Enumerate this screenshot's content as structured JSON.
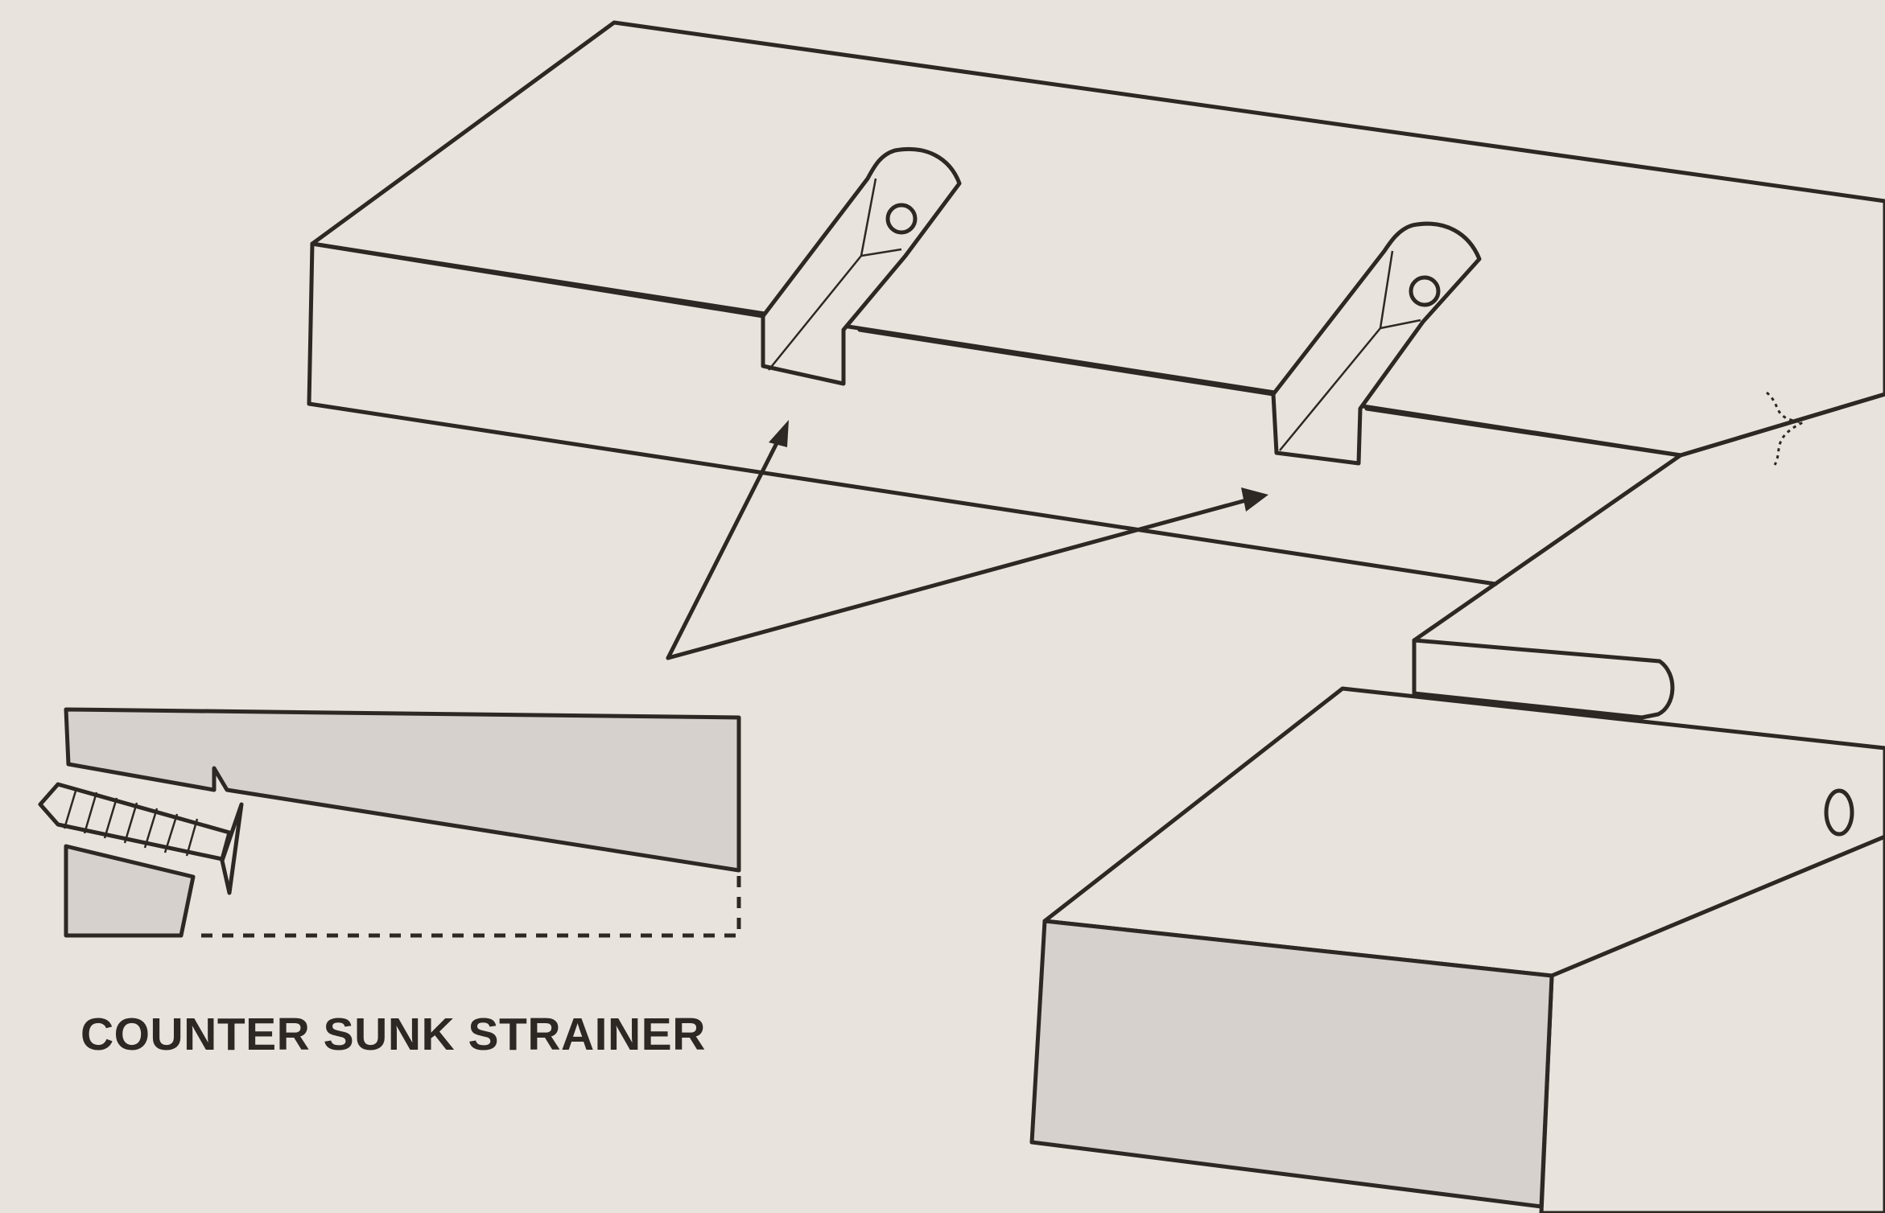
{
  "caption": "COUNTER SUNK STRAINER",
  "colors": {
    "background": "#e8e3dd",
    "line": "#2e2824",
    "shade": "#d6d1cd"
  },
  "figures": {
    "main": "rail-with-two-countersunk-slots-and-post",
    "inset": "countersunk-screw-cross-section"
  }
}
